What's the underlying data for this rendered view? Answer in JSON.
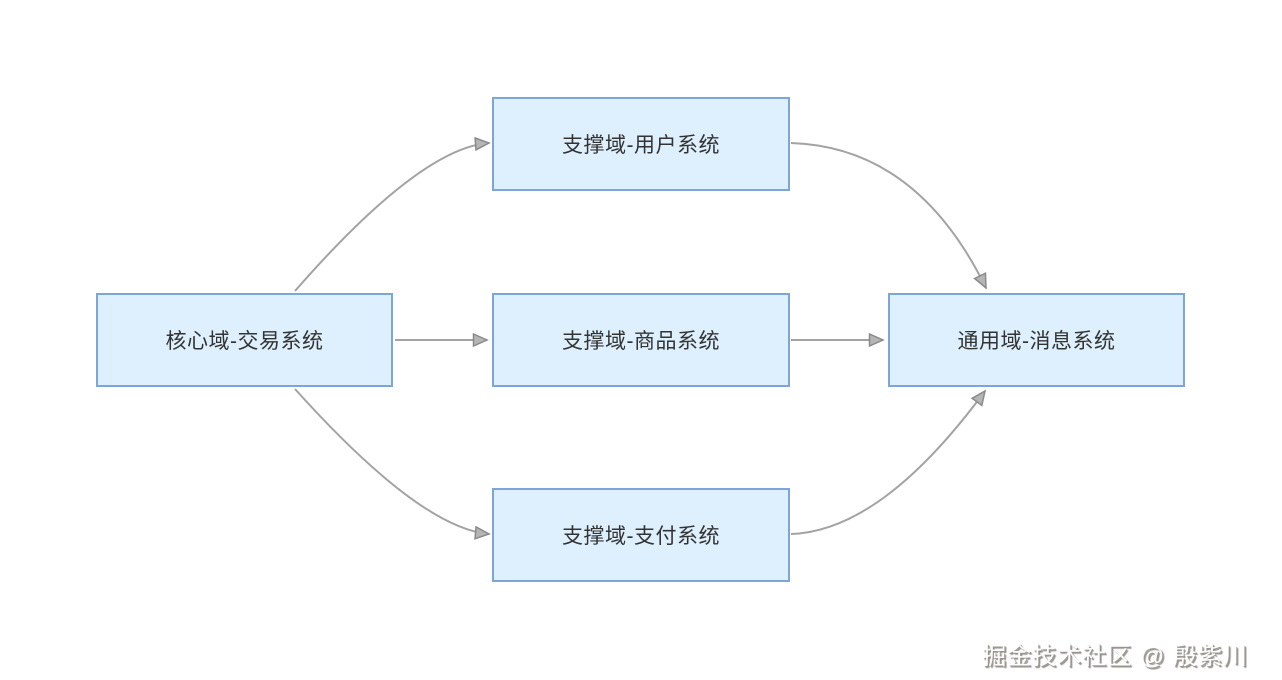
{
  "diagram": {
    "title": "",
    "nodes": [
      {
        "id": "core",
        "label": "核心域-交易系统"
      },
      {
        "id": "user",
        "label": "支撑域-用户系统"
      },
      {
        "id": "goods",
        "label": "支撑域-商品系统"
      },
      {
        "id": "pay",
        "label": "支撑域-支付系统"
      },
      {
        "id": "msg",
        "label": "通用域-消息系统"
      }
    ],
    "edges": [
      {
        "from": "core",
        "to": "user"
      },
      {
        "from": "core",
        "to": "goods"
      },
      {
        "from": "core",
        "to": "pay"
      },
      {
        "from": "user",
        "to": "msg"
      },
      {
        "from": "goods",
        "to": "msg"
      },
      {
        "from": "pay",
        "to": "msg"
      }
    ],
    "colors": {
      "node_fill": "#def0fd",
      "node_border": "#7ca6d8",
      "node_text": "#333333",
      "edge_line": "#a3a3a3",
      "arrowhead_fill": "#b5b5b5",
      "arrowhead_stroke": "#8a8a8a"
    }
  },
  "watermark": {
    "text": "掘金技术社区 @ 殷紫川"
  }
}
